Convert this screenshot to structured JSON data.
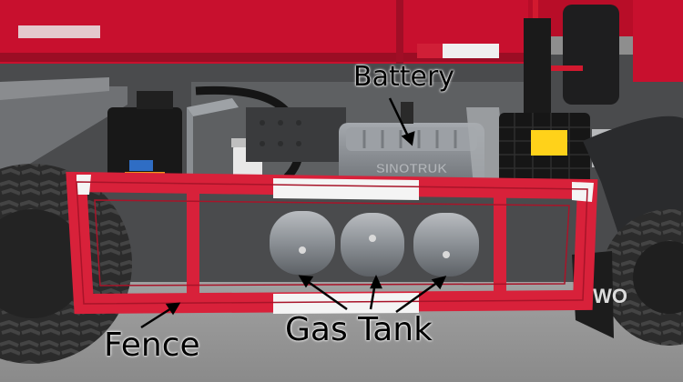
{
  "image": {
    "labels": {
      "battery": "Battery",
      "gas_tank": "Gas Tank",
      "fence": "Fence"
    },
    "printed_text": {
      "battery_brand": "SINOTRUK",
      "mudflap_text": "OWO"
    },
    "colors": {
      "truck_red": "#c8102e",
      "fence_red": "#d8213a",
      "fence_white": "#f4f4f4",
      "gas_tank_grey": "#8f9499",
      "battery_grey": "#8c9096",
      "tire_black": "#2a2a2a",
      "ground_grey": "#9a9a9a",
      "warning_yellow": "#ffd21a"
    }
  }
}
